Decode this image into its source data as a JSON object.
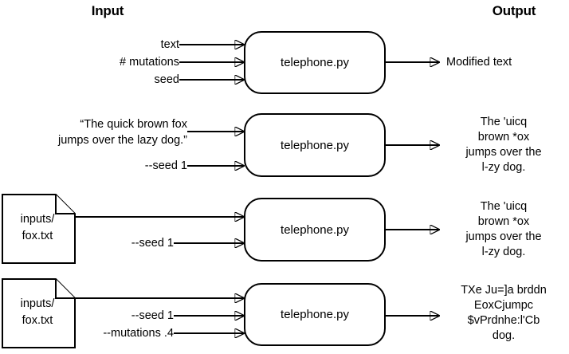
{
  "headers": {
    "input": "Input",
    "output": "Output"
  },
  "process_label": "telephone.py",
  "rows": [
    {
      "id": "row-basic",
      "inputs": [
        "text",
        "# mutations",
        "seed"
      ],
      "process": "telephone.py",
      "output_lines": [
        "Modified text"
      ]
    },
    {
      "id": "row-inline-text",
      "inputs_block": [
        "“The quick brown fox",
        "jumps over the lazy dog.”"
      ],
      "inputs": [
        "--seed 1"
      ],
      "process": "telephone.py",
      "output_lines": [
        "The 'uicq",
        "brown *ox",
        "jumps over the",
        "l-zy dog."
      ]
    },
    {
      "id": "row-file-seed",
      "file": {
        "line1": "inputs/",
        "line2": "fox.txt"
      },
      "inputs": [
        "--seed 1"
      ],
      "process": "telephone.py",
      "output_lines": [
        "The 'uicq",
        "brown *ox",
        "jumps over the",
        "l-zy dog."
      ]
    },
    {
      "id": "row-file-seed-mutations",
      "file": {
        "line1": "inputs/",
        "line2": "fox.txt"
      },
      "inputs": [
        "--seed 1",
        "--mutations .4"
      ],
      "process": "telephone.py",
      "output_lines": [
        "TXe Ju=]a brddn",
        "EoxCjumpc",
        "$vPrdnhe:l'Cb",
        "dog."
      ]
    }
  ],
  "colors": {
    "stroke": "#000000",
    "background": "#ffffff",
    "text": "#000000"
  }
}
